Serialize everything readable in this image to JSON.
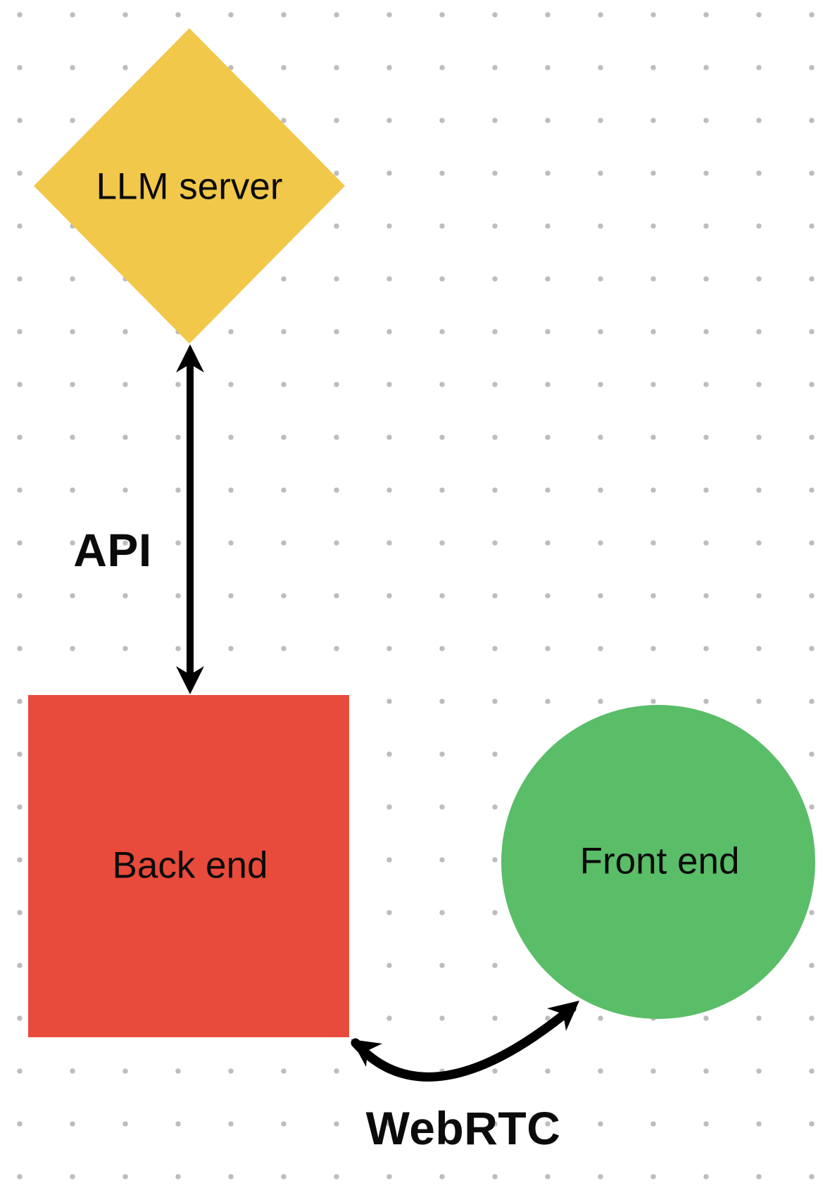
{
  "diagram": {
    "background_color": "#ffffff",
    "grid_dot_color": "#bdbdbd",
    "nodes": [
      {
        "id": "llm-server",
        "shape": "diamond",
        "label": "LLM server",
        "fill": "#F2C84B",
        "text_color": "#0b0b0b"
      },
      {
        "id": "back-end",
        "shape": "square",
        "label": "Back end",
        "fill": "#E84B3B",
        "text_color": "#0b0b0b"
      },
      {
        "id": "front-end",
        "shape": "circle",
        "label": "Front end",
        "fill": "#5ABD68",
        "text_color": "#0b0b0b"
      }
    ],
    "edges": [
      {
        "id": "api",
        "label": "API",
        "from": "llm-server",
        "to": "back-end",
        "arrow": "double-headed-straight",
        "color": "#000000"
      },
      {
        "id": "webrtc",
        "label": "WebRTC",
        "from": "back-end",
        "to": "front-end",
        "arrow": "double-headed-curved",
        "color": "#000000"
      }
    ]
  }
}
